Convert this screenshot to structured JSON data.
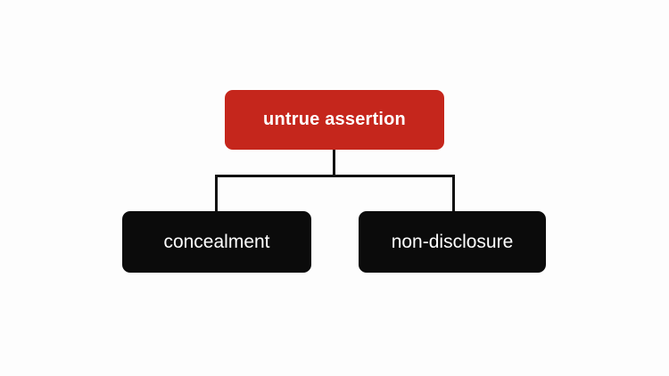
{
  "diagram": {
    "type": "tree",
    "root": {
      "label": "untrue assertion"
    },
    "children": [
      {
        "label": "concealment"
      },
      {
        "label": "non-disclosure"
      }
    ],
    "colors": {
      "root_box": "#c5261c",
      "child_box": "#0b0b0b",
      "connector_line": "#111111",
      "text": "#ffffff",
      "background": "#fdfdfd"
    }
  }
}
